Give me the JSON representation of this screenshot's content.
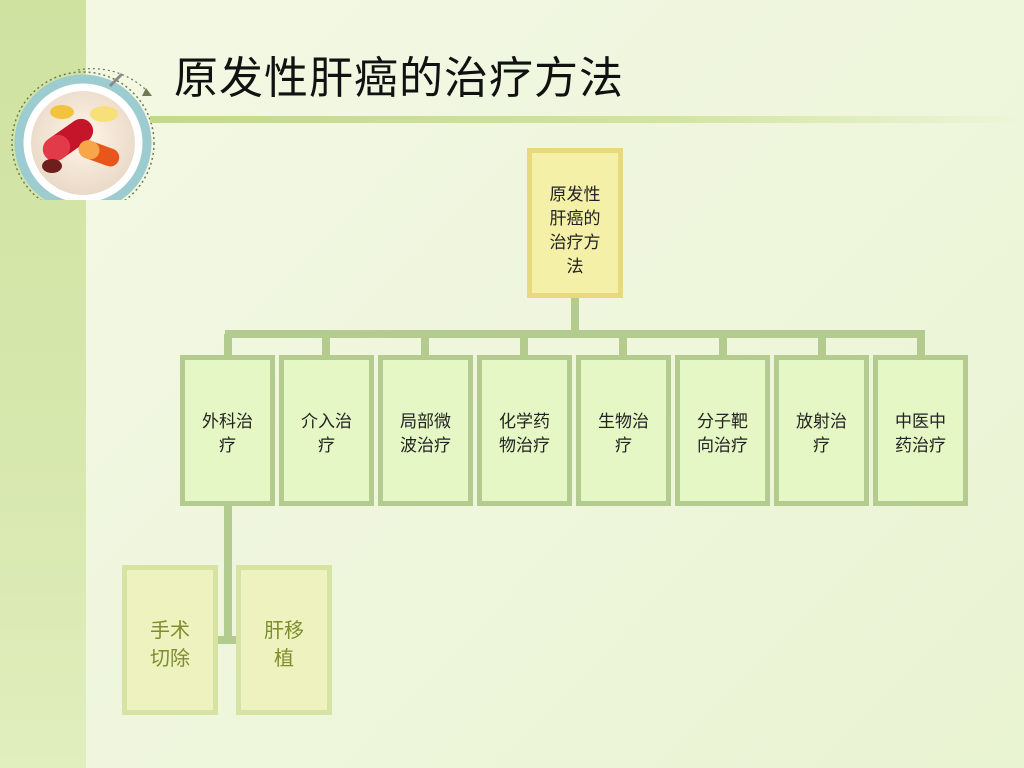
{
  "title": "原发性肝癌的治疗方法",
  "root": {
    "label": "原发性肝癌的治疗方法"
  },
  "methods": [
    {
      "label": "外科治疗"
    },
    {
      "label": "介入治疗"
    },
    {
      "label": "局部微波治疗"
    },
    {
      "label": "化学药物治疗"
    },
    {
      "label": "生物治疗"
    },
    {
      "label": "分子靶向治疗"
    },
    {
      "label": "放射治疗"
    },
    {
      "label": "中医中药治疗"
    }
  ],
  "surgery_options": [
    {
      "label": "手术切除"
    },
    {
      "label": "肝移植"
    }
  ],
  "colors": {
    "root_fill": "#f4f0a8",
    "root_border": "#e7d97c",
    "method_fill": "#e4f7c4",
    "method_border": "#b3cb8e",
    "connector": "#b3cb8e",
    "sub_fill": "#edf2bf",
    "sub_border": "#d6e3a2",
    "sub_text": "#7d8e2c"
  }
}
